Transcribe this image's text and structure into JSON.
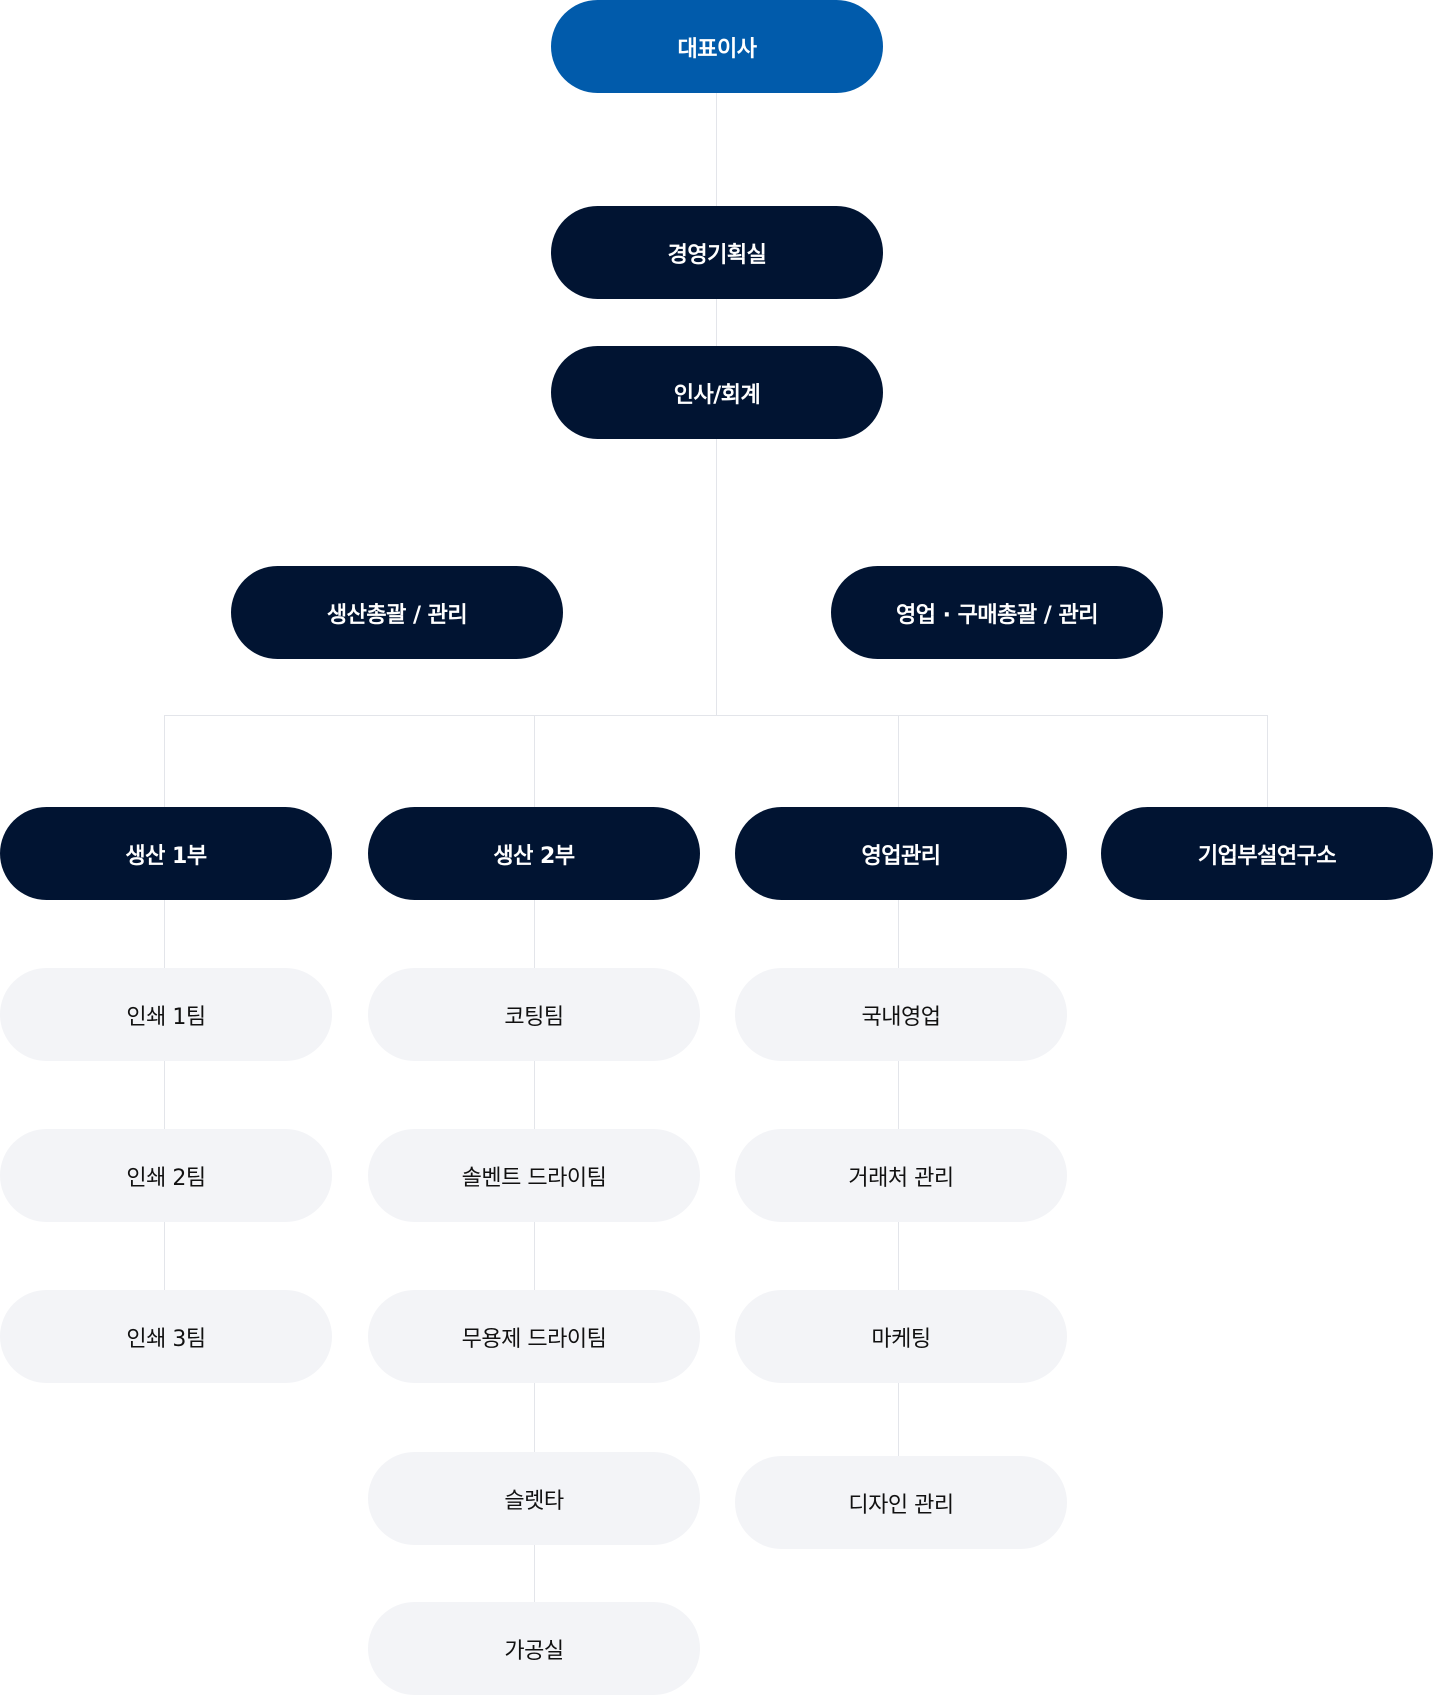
{
  "colors": {
    "ceo": "#015bab",
    "dark": "#011432",
    "light": "#f3f4f7",
    "line": "#e3e5ea"
  },
  "org": {
    "ceo": "대표이사",
    "planning": "경영기획실",
    "hr": "인사/회계",
    "production_head": "생산총괄 / 관리",
    "sales_head": "영업 · 구매총괄 / 관리",
    "departments": [
      {
        "name": "생산 1부",
        "teams": [
          "인쇄 1팀",
          "인쇄 2팀",
          "인쇄 3팀"
        ]
      },
      {
        "name": "생산 2부",
        "teams": [
          "코팅팀",
          "솔벤트 드라이팀",
          "무용제 드라이팀",
          "슬렛타",
          "가공실"
        ]
      },
      {
        "name": "영업관리",
        "teams": [
          "국내영업",
          "거래처 관리",
          "마케팅",
          "디자인 관리"
        ]
      },
      {
        "name": "기업부설연구소",
        "teams": []
      }
    ]
  }
}
